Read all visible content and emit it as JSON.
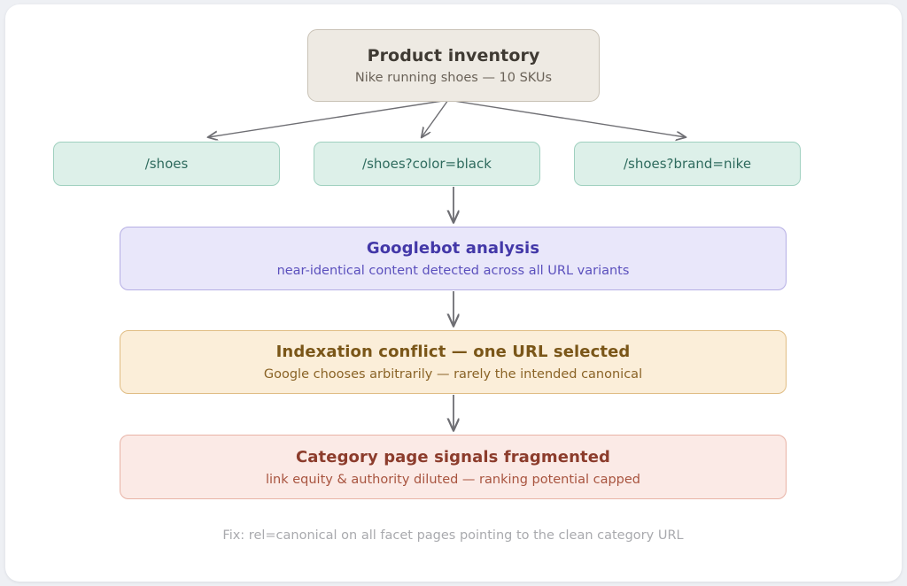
{
  "canvas": {
    "background_color": "#eef0f4",
    "card_color": "#ffffff"
  },
  "diagram": {
    "type": "flowchart",
    "root": {
      "title": "Product inventory",
      "subtitle": "Nike running shoes — 10 SKUs",
      "fill_color": "#eeeae3",
      "border_color": "#c9c2b6",
      "title_color": "#3f3a33",
      "subtitle_color": "#6a6258"
    },
    "facets": [
      {
        "label": "/shoes"
      },
      {
        "label": "/shoes?color=black"
      },
      {
        "label": "/shoes?brand=nike"
      }
    ],
    "facet_style": {
      "fill_color": "#ddf0e9",
      "border_color": "#9fd0bf",
      "text_color": "#2f6b5e"
    },
    "stages": [
      {
        "id": "googlebot",
        "title": "Googlebot analysis",
        "subtitle": "near-identical content detected across all URL variants",
        "fill_color": "#e9e7fa",
        "border_color": "#b5aee4",
        "title_color": "#4338a8",
        "subtitle_color": "#5b50bd"
      },
      {
        "id": "conflict",
        "title": "Indexation conflict — one URL selected",
        "subtitle": "Google chooses arbitrarily — rarely the intended canonical",
        "fill_color": "#fbeed9",
        "border_color": "#e0bd84",
        "title_color": "#7a5618",
        "subtitle_color": "#8a6326"
      },
      {
        "id": "fragmented",
        "title": "Category page signals fragmented",
        "subtitle": "link equity & authority diluted — ranking potential capped",
        "fill_color": "#fbeae6",
        "border_color": "#e8b3a6",
        "title_color": "#8c3c2c",
        "subtitle_color": "#a8543f"
      }
    ],
    "footer_note": "Fix: rel=canonical on all facet pages pointing to the clean category URL",
    "footer_note_color": "#a9aaae",
    "connector_color": "#6e6e73"
  }
}
